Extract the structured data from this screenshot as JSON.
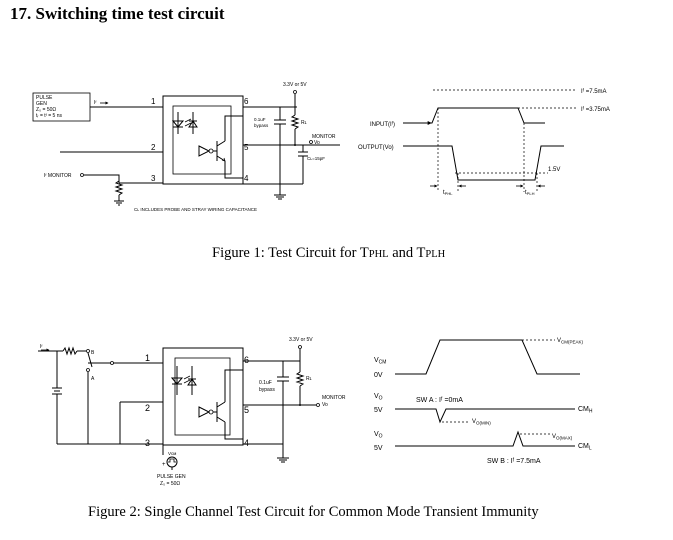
{
  "section": {
    "title": "17. Switching time test circuit"
  },
  "figure1": {
    "caption": {
      "prefix": "Figure 1:  Test Circuit for T",
      "sub1": "PHL",
      "mid": " and T",
      "sub2": "PLH"
    },
    "circuit": {
      "supply": "3.3V or 5V",
      "pulse_gen": [
        "PULSE",
        "GEN",
        "Z₀ = 50Ω",
        "tᵣ = tᶠ = 5 ns"
      ],
      "input_label": "Iᶠ",
      "if_monitor": "Iᶠ MONITOR",
      "pins": [
        "1",
        "2",
        "3",
        "4",
        "5",
        "6"
      ],
      "bypass_cap": [
        "0.1uF",
        "bypass"
      ],
      "rl": "Rʟ",
      "monitor": [
        "MONITOR",
        "Vo"
      ],
      "cl": "Cʟ=15pF",
      "note": "Cʟ INCLUDES PROBE AND STRAY WIRING CAPACITANCE"
    },
    "waveform": {
      "input_label": "INPUT(Iᶠ)",
      "output_label": "OUTPUT(Vo)",
      "level_high": "Iᶠ =7.5mA",
      "level_mid": "Iᶠ =3.75mA",
      "threshold": "1.5V",
      "tphl": {
        "t": "t",
        "sub": "PHL"
      },
      "tplh": {
        "t": "t",
        "sub": "PLH"
      }
    }
  },
  "figure2": {
    "caption": "Figure 2:  Single Channel Test Circuit for Common Mode Transient Immunity",
    "circuit": {
      "supply": "3.3V or 5V",
      "input_label": "Iᶠ",
      "switch_b": "B",
      "switch_a": "A",
      "pins": [
        "1",
        "2",
        "3",
        "4",
        "5",
        "6"
      ],
      "bypass_cap": [
        "0.1uF",
        "bypass"
      ],
      "rl": "Rʟ",
      "monitor": [
        "MONITOR",
        "Vo"
      ],
      "vcm_source": "Vᴄᴍ",
      "pulse_gen": [
        "PULSE GEN",
        "Z₀ = 50Ω"
      ]
    },
    "waveform": {
      "vcm": {
        "v": "V",
        "sub": "CM"
      },
      "zero_v": "0V",
      "vcm_peak": {
        "v": "V",
        "sub": "CM(PEAK)"
      },
      "vo1": {
        "v": "V",
        "sub": "O"
      },
      "five_v_1": "5V",
      "swa": "SW A : Iᶠ =0mA",
      "vomin": {
        "v": "V",
        "sub": "O(MIN)"
      },
      "cmh": {
        "v": "CM",
        "sub": "H"
      },
      "vo2": {
        "v": "V",
        "sub": "O"
      },
      "five_v_2": "5V",
      "vomax": {
        "v": "V",
        "sub": "O(MAX)"
      },
      "cml": {
        "v": "CM",
        "sub": "L"
      },
      "swb": "SW B : Iᶠ =7.5mA"
    }
  }
}
